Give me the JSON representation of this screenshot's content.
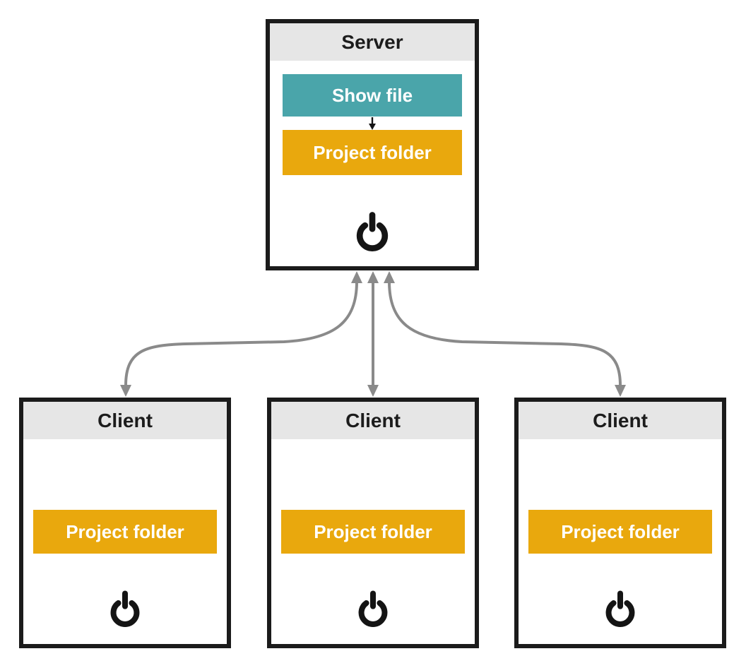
{
  "server": {
    "title": "Server",
    "show_file_label": "Show file",
    "project_folder_label": "Project folder"
  },
  "clients": [
    {
      "title": "Client",
      "project_folder_label": "Project folder"
    },
    {
      "title": "Client",
      "project_folder_label": "Project folder"
    },
    {
      "title": "Client",
      "project_folder_label": "Project folder"
    }
  ],
  "icons": {
    "power": "⏻",
    "flow_arrow": "↓"
  },
  "connections": [
    {
      "from": "server",
      "to": "client-1",
      "bidirectional": true,
      "style": "curved"
    },
    {
      "from": "server",
      "to": "client-2",
      "bidirectional": true,
      "style": "straight"
    },
    {
      "from": "server",
      "to": "client-3",
      "bidirectional": true,
      "style": "curved"
    },
    {
      "from": "show-file",
      "to": "project-folder",
      "bidirectional": false,
      "style": "straight"
    }
  ],
  "colors": {
    "teal": "#4AA5AA",
    "orange": "#E9A80D",
    "header_gray": "#E6E6E6",
    "box_border": "#1B1B1B",
    "arrow_gray": "#8A8A8A",
    "icon_black": "#141414",
    "button_text": "#FFFFFF"
  }
}
